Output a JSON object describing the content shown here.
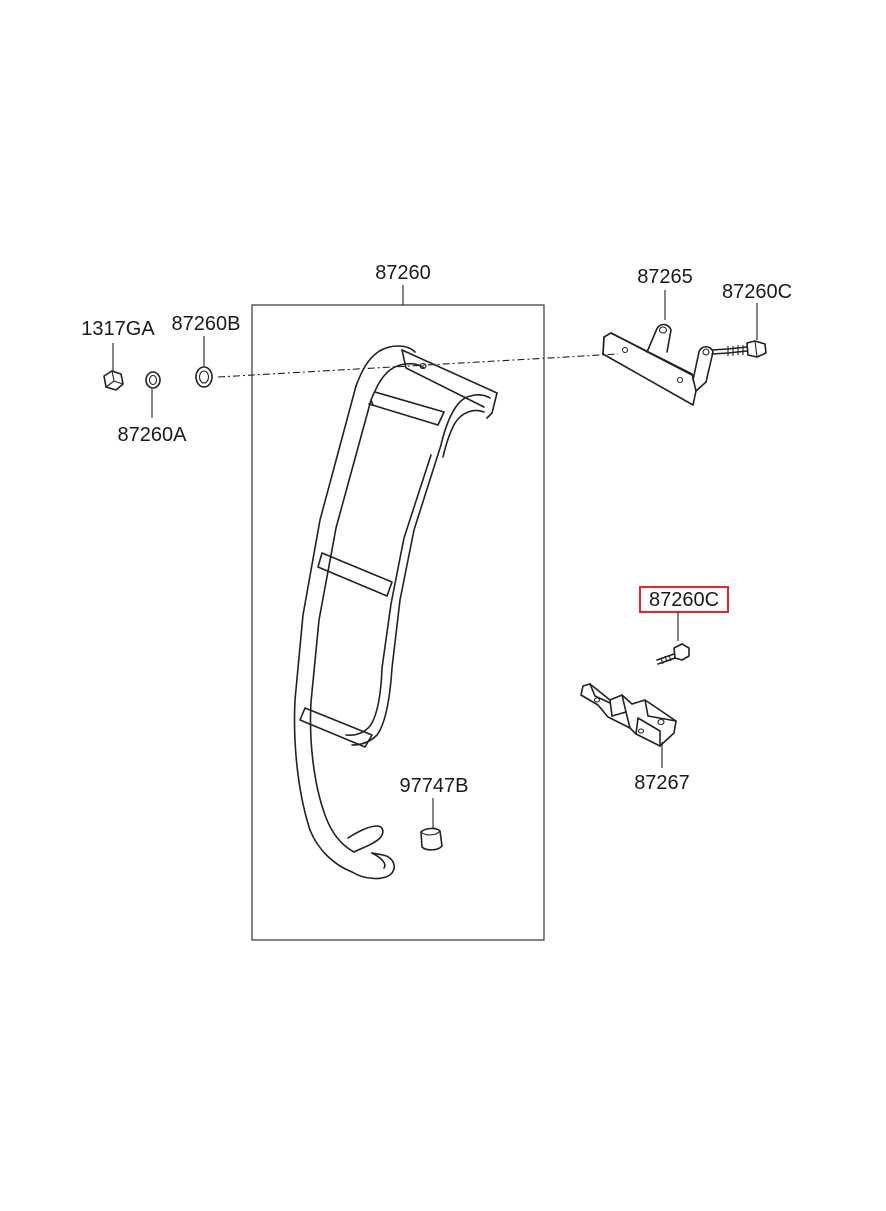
{
  "diagram": {
    "highlight_color": "#e8262a",
    "labels": {
      "p87260": "87260",
      "p87265": "87265",
      "p87260C_top": "87260C",
      "p1317GA": "1317GA",
      "p87260B": "87260B",
      "p87260A": "87260A",
      "p87260C_highlight": "87260C",
      "p97747B": "97747B",
      "p87267": "87267"
    }
  }
}
